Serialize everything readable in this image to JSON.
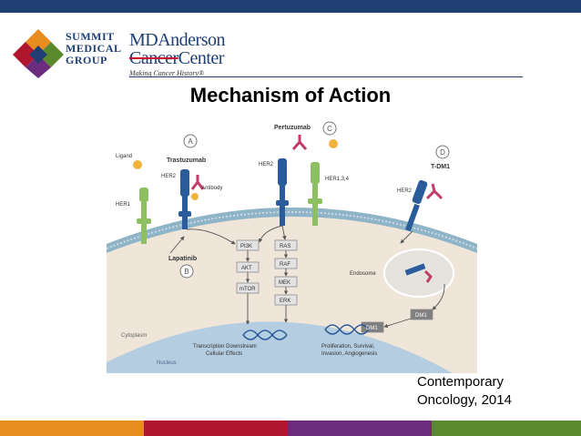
{
  "header": {
    "org1_line1": "SUMMIT",
    "org1_line2": "MEDICAL",
    "org1_line3": "GROUP",
    "org2_name": "MDAnderson",
    "org2_word1": "Cancer",
    "org2_word2": "Center",
    "org2_tagline": "Making Cancer History®"
  },
  "slide": {
    "title": "Mechanism of Action",
    "citation_line1": "Contemporary",
    "citation_line2": "Oncology, 2014"
  },
  "diagram": {
    "markers": {
      "a": "A",
      "b": "B",
      "c": "C",
      "d": "D"
    },
    "labels": {
      "ligand": "Ligand",
      "trastuzumab": "Trastuzumab",
      "her2_a": "HER2",
      "antibody": "Antibody",
      "her1": "HER1",
      "pertuzumab": "Pertuzumab",
      "her2_c": "HER2",
      "her134": "HER1,3,4",
      "tdm1": "T-DM1",
      "her2_d": "HER2",
      "lapatinib": "Lapatinib",
      "pi3k": "PI3K",
      "akt": "AKT",
      "mtor": "mTOR",
      "ras": "RAS",
      "raf": "RAF",
      "mek": "MEK",
      "erk": "ERK",
      "endosome": "Endosome",
      "dm1_a": "DM1",
      "dm1_b": "DM1",
      "cytoplasm": "Cytoplasm",
      "nucleus": "Nucleus",
      "transcription_1": "Transcription Downstream",
      "transcription_2": "Cellular Effects",
      "proliferation_1": "Proliferation, Survival,",
      "proliferation_2": "Invasion, Angiogenesis"
    }
  },
  "colors": {
    "topbar": "#1f3f73",
    "receptor_blue": "#2a5b9a",
    "receptor_green": "#8dc063",
    "ligand_yellow": "#f2b33d",
    "antibody_pink": "#c33b67",
    "membrane": "#8fb3c7",
    "cytoplasm": "#efe6d9",
    "nucleus": "#b5cde0",
    "bar_segments": [
      "#e98c1f",
      "#b1162f",
      "#b1162f",
      "#6b2c7d",
      "#6b2c7d",
      "#5b8a2e",
      "#5b8a2e",
      "#e98c1f"
    ]
  }
}
